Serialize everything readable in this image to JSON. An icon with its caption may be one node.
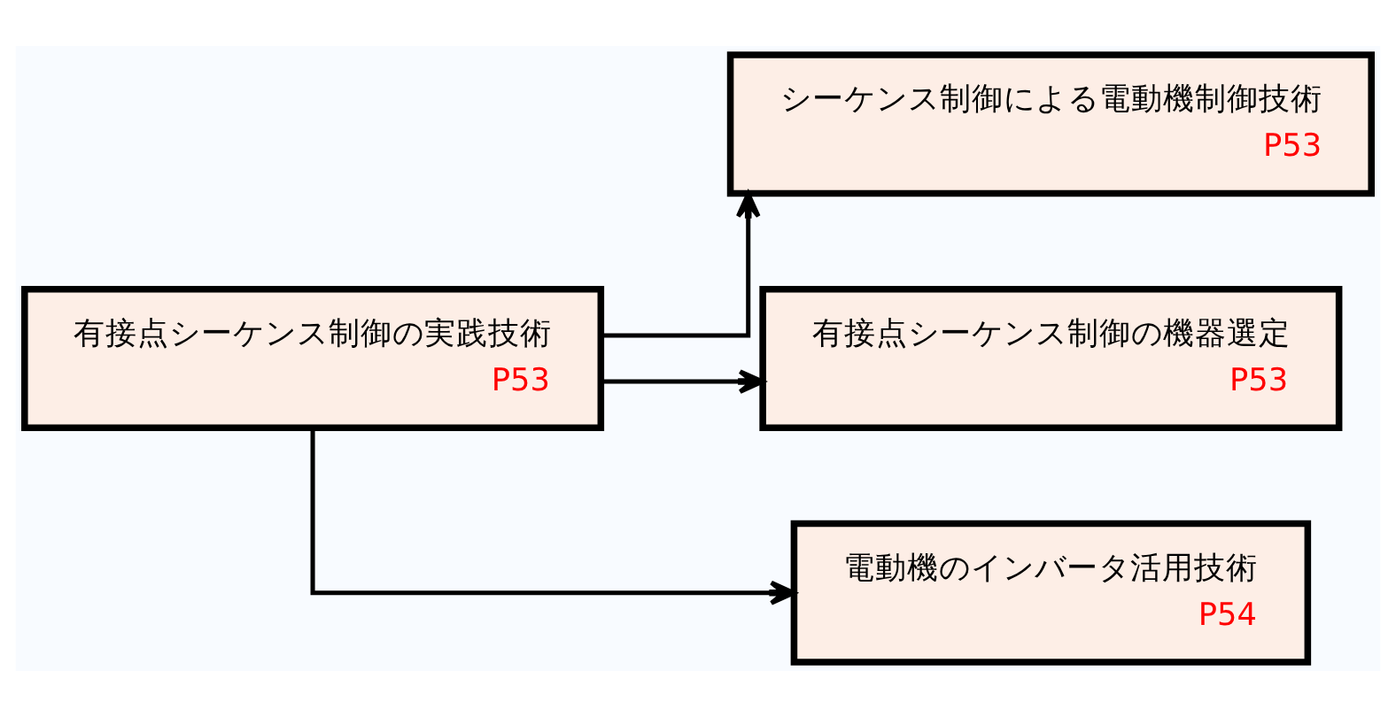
{
  "diagram": {
    "nodes": [
      {
        "text": [
          "有接点シーケンス制御の実践技術",
          "P53"
        ]
      },
      {
        "text": [
          "シーケンス制御による電動機制御技術",
          "P53"
        ]
      },
      {
        "text": [
          "有接点シーケンス制御の機器選定",
          "P53"
        ]
      },
      {
        "text": [
          "電動機のインバータ活用技術",
          "P54"
        ]
      }
    ],
    "edges": [
      {
        "from": 0,
        "to": 1,
        "arrow": "to"
      },
      {
        "from": 0,
        "to": 2,
        "arrow": "to"
      },
      {
        "from": 0,
        "to": 3,
        "arrow": "to"
      }
    ]
  }
}
